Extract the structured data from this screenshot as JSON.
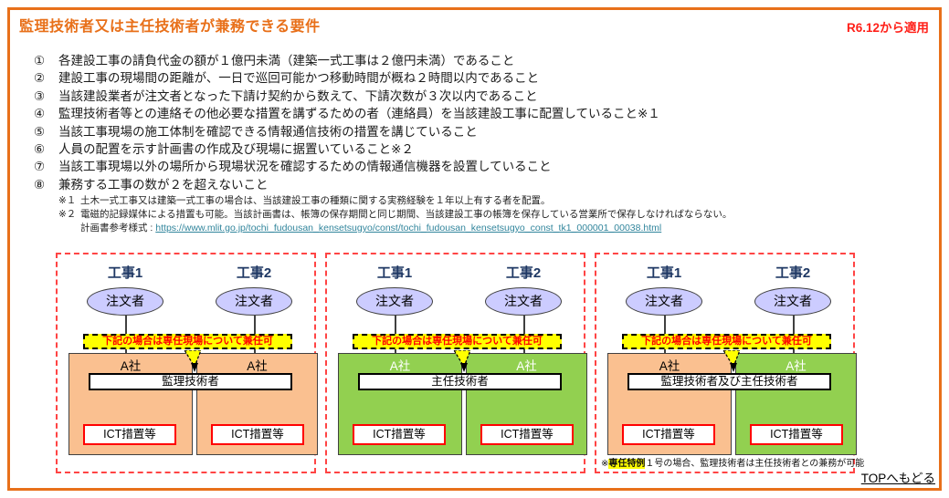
{
  "header": {
    "title": "監理技術者又は主任技術者が兼務できる要件",
    "apply_note": "R6.12から適用"
  },
  "requirements": [
    {
      "num": "①",
      "text": "各建設工事の請負代金の額が１億円未満（建築一式工事は２億円未満）であること"
    },
    {
      "num": "②",
      "text": "建設工事の現場間の距離が、一日で巡回可能かつ移動時間が概ね２時間以内であること"
    },
    {
      "num": "③",
      "text": "当該建設業者が注文者となった下請け契約から数えて、下請次数が３次以内であること"
    },
    {
      "num": "④",
      "text": "監理技術者等との連絡その他必要な措置を講ずるための者（連絡員）を当該建設工事に配置していること※１"
    },
    {
      "num": "⑤",
      "text": "当該工事現場の施工体制を確認できる情報通信技術の措置を講じていること"
    },
    {
      "num": "⑥",
      "text": "人員の配置を示す計画書の作成及び現場に据置いていること※２"
    },
    {
      "num": "⑦",
      "text": "当該工事現場以外の場所から現場状況を確認するための情報通信機器を設置していること"
    },
    {
      "num": "⑧",
      "text": "兼務する工事の数が２を超えないこと"
    }
  ],
  "notes": {
    "note1_label": "※１",
    "note1_text": "土木一式工事又は建築一式工事の場合は、当該建設工事の種類に関する実務経験を１年以上有する者を配置。",
    "note2_label": "※２",
    "note2_text": "電磁的記録媒体による措置も可能。当該計画書は、帳簿の保存期間と同じ期間、当該建設工事の帳簿を保存している営業所で保存しなければならない。",
    "form_label": "計画書参考様式 : ",
    "form_url": "https://www.mlit.go.jp/tochi_fudousan_kensetsugyo/const/tochi_fudousan_kensetsugyo_const_tk1_000001_00038.html"
  },
  "diagrams": [
    {
      "project1": "工事1",
      "project2": "工事2",
      "orderer1": "注文者",
      "orderer2": "注文者",
      "callout": "下記の場合は専任現場について兼任可",
      "company1": "A社",
      "company2": "A社",
      "engineer": "監理技術者",
      "ict1": "ICT措置等",
      "ict2": "ICT措置等"
    },
    {
      "project1": "工事1",
      "project2": "工事2",
      "orderer1": "注文者",
      "orderer2": "注文者",
      "callout": "下記の場合は専任現場について兼任可",
      "company1": "A社",
      "company2": "A社",
      "engineer": "主任技術者",
      "ict1": "ICT措置等",
      "ict2": "ICT措置等"
    },
    {
      "project1": "工事1",
      "project2": "工事2",
      "orderer1": "注文者",
      "orderer2": "注文者",
      "callout": "下記の場合は専任現場について兼任可",
      "company1": "A社",
      "company2": "A社",
      "engineer": "監理技術者及び主任技術者",
      "ict1": "ICT措置等",
      "ict2": "ICT措置等",
      "footnote_prefix": "※",
      "footnote_highlight": "専任特例",
      "footnote_rest": "１号の場合、監理技術者は主任技術者との兼務が可能"
    }
  ],
  "footer": {
    "top_link": "TOPへもどる"
  },
  "colors": {
    "page_border": "#E8701A",
    "title": "#E8701A",
    "apply_note": "#FF2019",
    "project_heading": "#1F3864",
    "orderer_fill": "#CCCCFF",
    "callout_bg": "#FFFF00",
    "callout_text": "#FF0000",
    "company_orange": "#FAC090",
    "company_green": "#92D050",
    "ict_border": "#FF0000",
    "diagram_dashed_border": "#FF4444",
    "link": "#31859C"
  }
}
